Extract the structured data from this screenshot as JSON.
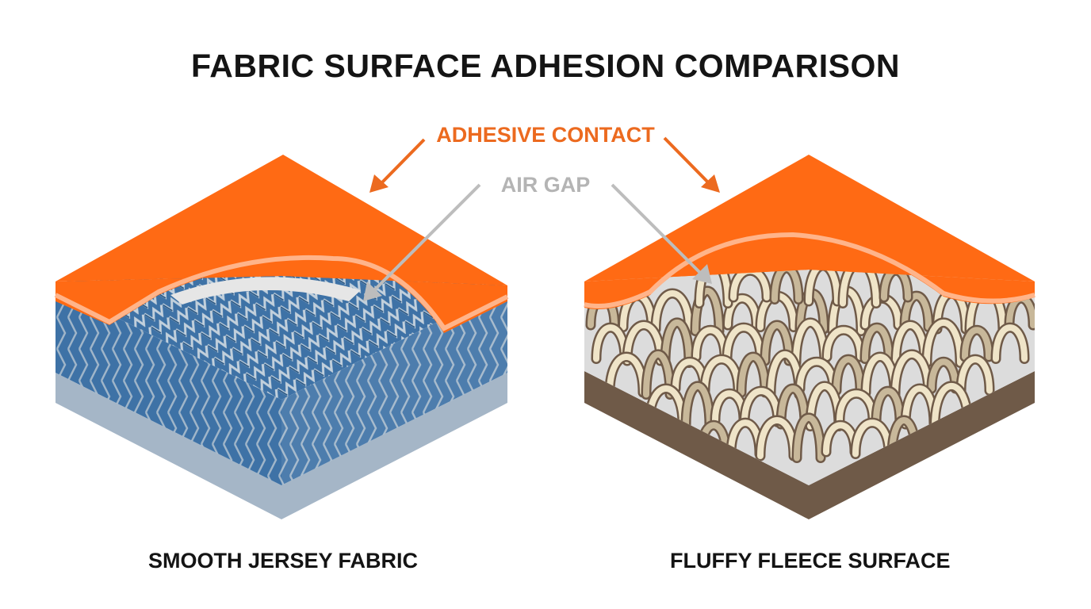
{
  "title": "FABRIC SURFACE ADHESION COMPARISON",
  "labels": {
    "adhesive_contact": "ADHESIVE CONTACT",
    "air_gap": "AIR GAP"
  },
  "panels": [
    {
      "caption": "SMOOTH JERSEY FABRIC",
      "fabric_icon": "jersey-knit",
      "fabric_color": "#3e72a6"
    },
    {
      "caption": "FLUFFY FLEECE SURFACE",
      "fabric_icon": "fleece-loops",
      "fabric_color": "#e8dcc0"
    }
  ],
  "colors": {
    "adhesive": "#ff6a14",
    "adhesive_edge": "#ffb48a",
    "contact_text": "#ec6a1f",
    "air_gap_text": "#b4b4b4",
    "air_gap_arrow": "#bdbdbd",
    "jersey_base": "#a5b6c7",
    "fleece_base": "#6f5a48",
    "fleece_air": "#dcdcdc"
  }
}
